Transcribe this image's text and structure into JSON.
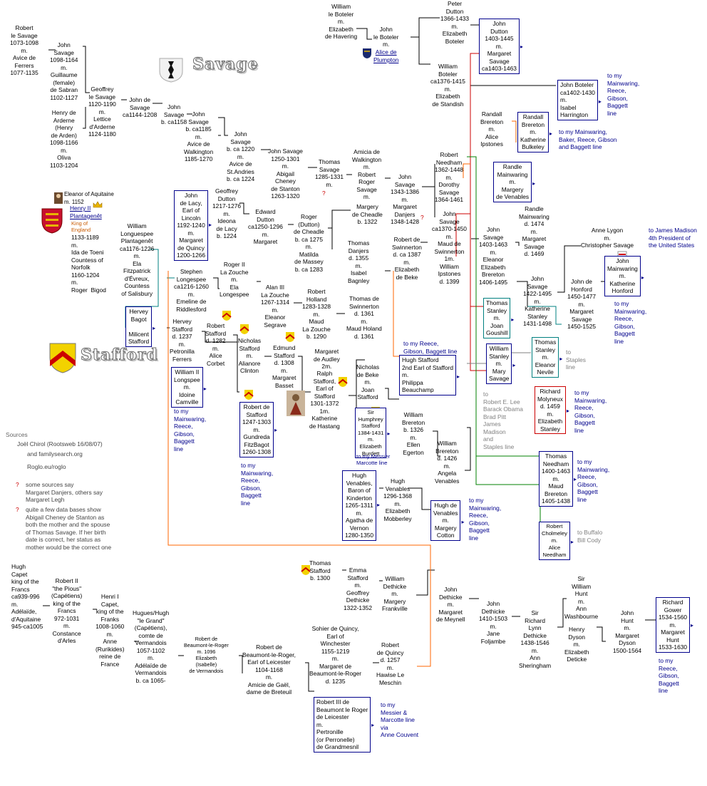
{
  "banners": {
    "savage": "Savage",
    "stafford": "Stafford"
  },
  "sources": {
    "title": "Sources",
    "l1": "Joël Chirol (Rootsweb 16/08/07)",
    "l2": "and familysearch.org",
    "l3": "Roglo.eu/roglo",
    "q": "?",
    "n1": "some sources say\nMargaret Danjers, others say\nMargaret Legh",
    "n2": "quite a few data bases show\nAbigail Cheney de Stanton as\nboth the mother and the spouse\nof Thomas Savage. If her birth\ndate is correct, her status as\nmother would be the correct one"
  },
  "persons": {
    "william_boteler": "William\nle Boteler\nm.\nElizabeth\nde Havering",
    "john_boteler": "John\nle Boteler\nm.",
    "alice_plumpton": "Alice de\nPlumpton",
    "peter_dutton": "Peter\nDutton\n1366-1433\nm.\nElizabeth\nBoteler",
    "john_dutton": "John\nDutton\n1403-1445\nm.\nMargaret\nSavage\nca1403-1463",
    "william_boteler2": "William\nBoteler\nca1376-1415\nm.\nElizabeth\nde Standish",
    "john_boteler2": "John Boteler\nca1402-1430\nm.\nIsabel\nHarrington",
    "robert_savage": "Robert\nle Savage\n1073-1098\nm.\nAvice de\nFerrers\n1077-1135",
    "john_savage_1098": "John\nSavage\n1098-1164\nm.\nGuillaume\n(female)\nde Sabran\n1102-1127",
    "geoffrey_savage": "Geoffrey\nle Savage\n1120-1190\nm.\nLettice\nd'Arderne\n1124-1180",
    "john_de_savage": "John de\nSavage\nca1144-1208",
    "john_savage_1158": "John\nSavage\nb. ca1158",
    "henry_arderne": "Henry de\nArderne\n(Henry\nde Arden)\n1098-1166\nm.\nOliva\n1103-1204",
    "john_savage_1185": "John\nSavage\nb. ca1185\nm.\nAvice de\nWalkington\n1185-1270",
    "john_savage_1220": "John\nSavage\nb. ca 1220\nm.\nAvice de\nSt.Andries\nb. ca 1224",
    "john_savage_1250": "John Savage\n1250-1301\nm.\nAbigail\nCheney\nde Stanton\n1263-1320",
    "thomas_savage_1285": "Thomas\nSavage\n1285-1331\nm.",
    "thomas_q": "?",
    "amicia": "Amicia de\nWalkington\nm.\nRobert\nRoger\nSavage\nm.",
    "margery_cheadle": "Margery\nde Cheadle\nb. 1322",
    "john_savage_1343": "John\nSavage\n1343-1386\nm.\nMargaret\nDanjers\n1348-1428",
    "margaret_q": "?",
    "robert_needham": "Robert\nNeedham\n1362-1448\nm.\nDorothy\nSavage\n1364-1461",
    "john_savage_1370": "John\nSavage\nca1370-1450\nm.\nMaud de\nSwinnerton\n1m.\nWilliam\nIpstones\nd. 1399",
    "randall_brereton": "Randall\nBrereton\nm.\nAlice\nIpstones",
    "randall_brereton2": "Randall\nBrereton\nm.\nKatherine\nBulkeley",
    "randle_mainwaring": "Randle\nMainwaring\nm.\nMargery\nde Venables",
    "randle_mainwaring2": "Randle\nMainwaring\nd. 1474\nm.\nMargaret\nSavage\nd. 1469",
    "john_savage_1403": "John\nSavage\n1403-1463\nm.\nEleanor\nElizabeth\nBrereton\n1406-1495",
    "anne_lygon": "Anne Lygon\nm.\nChristopher Savage",
    "john_savage_1422": "John\nSavage\n1422-1495\nm.\nKatherine\nStanley\n1431-1498",
    "john_honford": "John de\nHonford\n1450-1477\nm.\nMargaret\nSavage\n1450-1525",
    "john_mainwaring": "John\nMainwaring\nm.\nKatherine\nHonford",
    "thomas_stanley": "Thomas\nStanley\nm.\nJoan\nGoushill",
    "thomas_stanley2": "Thomas\nStanley\nm.\nEleanor\nNevile",
    "william_stanley": "William\nStanley\nm.\nMary\nSavage",
    "richard_molyneux": "Richard\nMolyneux\nd. 1459\nm.\nElizabeth\nStanley",
    "thomas_needham": "Thomas\nNeedham\n1400-1463\nm.\nMaud\nBrereton\n1405-1438",
    "robert_cholmeley": "Robert\nCholmeley\nm.\nAlice\nNeedham",
    "eleanor_aquitaine": "Eleanor of Aquitaine\nm. 1152",
    "henry_ii": "Henry II\nPlantagenêt",
    "king_england": "King of\nEngland",
    "henry_ii_dates": "1133-1189\nm.\nIda de Toeni\nCountess of\nNorfolk\n1160-1204\nm.\nRoger  Bigod",
    "william_longuespee": "William\nLonguespee\nPlantagenêt\nca1176-1226\nm.\nEla\nFitzpatrick\nd'Évreux,\nCountess\nof Salisbury",
    "john_lacy": "John\nde Lacy,\nEarl of\nLincoln\n1192-1240\nm.\nMargaret\nde Quincy\n1200-1266",
    "geoffrey_dutton": "Geoffrey\nDutton\n1217-1276\nm.\nIdeona\nde Lacy\nb. 1224",
    "edward_dutton": "Edward\nDutton\nca1250-1296\nm.\nMargaret",
    "roger_cheadle": "Roger\n(Dutton)\nde Cheadle\nb. ca 1275\nm.\nMatilda\nde Massey\nb. ca 1283",
    "thomas_danjers": "Thomas\nDanjers\nd. 1355\nm.\nIsabel\nBagnley",
    "robert_swinnerton": "Robert de\nSwinnerton\nd. ca 1387\nm.\nElizabeth\nde Beke",
    "stephen_longespee": "Stephen\nLongespee\nca1216-1260\nm.\nEmeline de\nRiddlesford",
    "roger_zouche": "Roger II\nLa Zouche\nm.\nEla\nLongespee",
    "alan_zouche": "Alan III\nLa Zouche\n1267-1314\nm.\nEleanor\nSegrave",
    "robert_holland": "Robert\nHolland\n1283-1328\nm.\nMaud\nLa Zouche\nb. 1290",
    "thomas_swinnerton": "Thomas de\nSwinnerton\nd. 1361\nm.\nMaud Holand\nd. 1361",
    "hervey_bagot": "Hervey\nBagot\n\nMilicent\nStafford",
    "hervey_stafford": "Hervey\nStafford\nd. 1237\nm.\nPetronilla\nFerrers",
    "robert_stafford_1282": "Robert\nStafford\nd. 1282\nm.\nAlice\nCorbet",
    "nicholas_stafford": "Nicholas\nStafford\nm.\nAlianore\nClinton",
    "edmund_stafford": "Edmund\nStafford\nd. 1308\nm.\nMargaret\nBasset",
    "william_longspee_ii": "William II\nLongspee\nm.\nIdoine\nCamville",
    "robert_stafford_1247": "Robert de\nStafford\n1247-1303\nm.\nGundreda\nFitzBagot\n1260-1308",
    "margaret_audley": "Margaret\nde Audley\n2m.",
    "ralph_stafford": "Ralph\nStafford,\nEarl of\nStafford\n1301-1372\n1m.\nKatherine\nde Hastang",
    "nicholas_beke": "Nicholas\nde Beke\nm.\nJoan\nStafford",
    "hugh_stafford": "Hugh Stafford\n2nd Earl of Stafford\nm.\nPhilippa\nBeauchamp",
    "humphrey_stafford": "Sir\nHumphrey\nStafford\n1384-1431\nm.\nElizabeth\nBurdett",
    "william_brereton_1326": "William\nBrereton\nb. 1326\nm.\nEllen\nEgerton",
    "william_brereton_1426": "William\nBrereton\nd. 1426\nm.\nAngela\nVenables",
    "hugh_venables_baron": "Hugh\nVenables,\nBaron of\nKinderton\n1265-1311\nm.\nAgatha de\nVernon\n1280-1350",
    "hugh_venables_1296": "Hugh\nVenables\n1296-1368\nm.\nElizabeth\nMobberley",
    "hugh_venables": "Hugh de\nVenables\nm.\nMargery\nCotton",
    "thomas_stafford": "Thomas\nStafford\nb. 1300",
    "emma_stafford": "Emma\nStafford\nm.\nGeoffrey\nDethicke\n1322-1352",
    "william_dethicke": "William\nDethicke\nm.\nMargery\nFrankville",
    "john_dethicke": "John\nDethicke\nm.\nMargaret\nde Meynell",
    "john_dethicke2": "John\nDethicke\n1410-1503\nm.\nJane\nFoljambe",
    "richard_dethicke": "Sir\nRichard\nLynn\nDethicke\n1438-1546\nm.\nAnn\nSheringham",
    "william_hunt": "Sir\nWilliam\nHunt\nm.\nAnn\nWashbourne",
    "henry_dyson": "Henry\nDyson\nm.\nElizabeth\nDeticke",
    "john_hunt": "John\nHunt\nm.\nMargaret\nDyson\n1500-1564",
    "richard_gower": "Richard\nGower\n1534-1560\nm.\nMargaret\nHunt\n1533-1630",
    "hugh_capet": "Hugh\nCapet\nking of the\nFrancs\nca939-996\nm.\nAdélaïde,\nd'Aquitaine\n945-ca1005",
    "robert_pious": "Robert II\n\"the Pious\"\n(Capétiens)\nking of the\nFrancs\n972-1031\nm.\nConstance\nd'Arles",
    "henri_capet": "Henri I\nCapet,\nking of the\nFranks\n1008-1060\nm.\nAnne\n(Rurikides)\nreine de\nFrance",
    "hugues_grand": "Hugues/Hugh\n\"le Grand\"\n(Capétiens),\ncomte de\nVermandois\n1057-1102\nm.\nAdélaïde de\nVermandois\nb. ca 1065-",
    "robert_beaumont_1": "Robert de\nBeaumont-le-Roger\nm. 1096\nElizabeth\n(Isabelle)\nde Vermandois",
    "robert_beaumont_2": "Robert de\nBeaumont-le-Roger,\nEarl of Leicester\n1104-1168\nm.\nAmicie de Gaël,\ndame de Breteuil",
    "sohier_quincy": "Sohier de Quincy,\nEarl of\nWinchester\n1155-1219\nm.\nMargaret de\nBeaumont-le-Roger\nd. 1235",
    "robert_quincy": "Robert\nde Quincy\nd. 1257\nm.\nHawise Le\nMeschin",
    "robert_beaumont_3": "Robert III de\nBeaumont le Roger\nde Leicester\nm.\nPertronille\n(or Perronelle)\nde Grandmesnil"
  },
  "links": {
    "boteler": "to my\nMainwaring,\nReece,\nGibson,\nBaggett\nline",
    "brereton": "to my Mainwaring,\nBaker, Reece, Gibson\nand Baggett line",
    "madison": "to James Madison\n4th President of\nthe United States",
    "mainwaring": "to my\nMainwaring,\nReece,\nGibson,\nBaggett\nline",
    "hugh_stafford": "to my Reece,\nGibson, Baggett line",
    "molyneux": "to my\nMainwaring,\nReece,\nGibson,\nBaggett\nline",
    "needham": "to my\nMainwaring,\nReece,\nGibson,\nBaggett\nline",
    "longspee": "to my\nMainwaring,\nReece,\nGibson,\nBaggett\nline",
    "stafford_1247": "to my\nMainwaring,\nReece,\nGibson,\nBaggett\nline",
    "humphrey": "to my Messier\nMarcotte line",
    "venables": "to my\nMainwaring,\nReece,\nGibson,\nBaggett\nline",
    "gower": "to my\nReece,\nGibson,\nBaggett\nline",
    "beaumont": "to my\nMessier &\nMarcotte line\nvia\nAnne Couvent"
  },
  "grey": {
    "staples": "to\nStaples\nline",
    "lee": "to\nRobert E. Lee\nBarack Obama\nBrad Pitt\nJames\nMadison\nand\nStaples line",
    "buffalo": "to Buffalo\nBill Cody"
  },
  "colors": {
    "box": "#00008b",
    "link": "#00008b",
    "savage_line": "#cc0000",
    "needham_line": "#008000",
    "boteler_line": "#000000",
    "stafford_line": "#ff6600",
    "brereton_line": "#008080"
  }
}
